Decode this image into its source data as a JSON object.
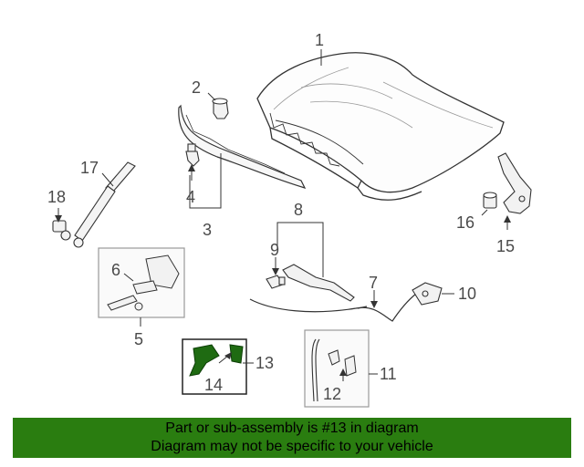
{
  "diagram": {
    "callouts": {
      "c1": "1",
      "c2": "2",
      "c3": "3",
      "c4": "4",
      "c5": "5",
      "c6": "6",
      "c7": "7",
      "c8": "8",
      "c9": "9",
      "c10": "10",
      "c11": "11",
      "c12": "12",
      "c13": "13",
      "c14": "14",
      "c15": "15",
      "c16": "16",
      "c17": "17",
      "c18": "18"
    },
    "highlight_color": "#1f6b12"
  },
  "banner": {
    "line1": "Part or sub-assembly is #13 in diagram",
    "line2": "Diagram may not be specific to your vehicle",
    "background": "#2a7d10"
  }
}
